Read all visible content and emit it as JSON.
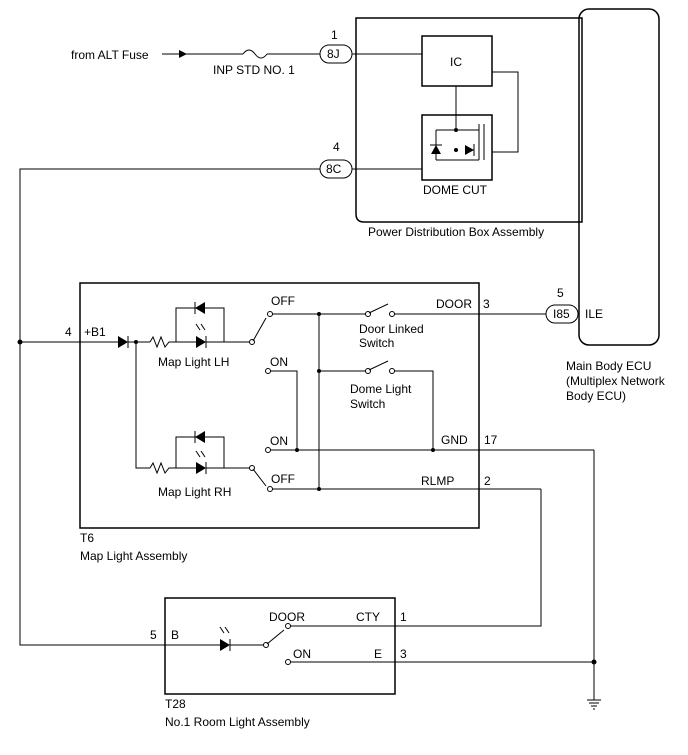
{
  "labels": {
    "from_alt": "from ALT Fuse",
    "inp_fuse": "INP STD NO. 1",
    "ic": "IC",
    "dome_cut": "DOME CUT",
    "pdb": "Power Distribution Box Assembly",
    "pin1": "1",
    "pin4_8c": "4",
    "conn_8j": "8J",
    "conn_8c": "8C",
    "pin5_ecu": "5",
    "conn_i85": "I85",
    "ile": "ILE",
    "ecu_line1": "Main Body ECU",
    "ecu_line2": "(Multiplex Network",
    "ecu_line3": "Body ECU)",
    "pin4_b1": "4",
    "b1": "+B1",
    "map_lh": "Map Light LH",
    "map_rh": "Map Light RH",
    "off_top": "OFF",
    "on_mid": "ON",
    "on_low": "ON",
    "off_low": "OFF",
    "door_sig": "DOOR",
    "pin3_door": "3",
    "door_sw1": "Door Linked",
    "door_sw2": "Switch",
    "dome_sw1": "Dome Light",
    "dome_sw2": "Switch",
    "gnd": "GND",
    "pin17": "17",
    "rlmp": "RLMP",
    "pin2": "2",
    "t6": "T6",
    "map_assy": "Map Light Assembly",
    "door_t28": "DOOR",
    "cty": "CTY",
    "pin1_t28": "1",
    "on_t28": "ON",
    "e": "E",
    "pin3_t28": "3",
    "pin5_t28": "5",
    "b": "B",
    "t28": "T28",
    "room_assy": "No.1 Room Light Assembly"
  }
}
